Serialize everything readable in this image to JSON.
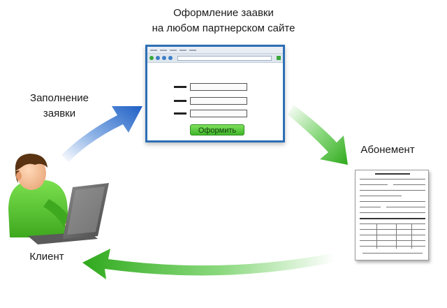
{
  "labels": {
    "title_top": "Оформление заавки\nна любом партнерском сайте",
    "fill_application": "Заполнение\nзаявки",
    "subscription": "Абонемент",
    "client": "Клиент"
  },
  "form": {
    "submit_label": "Оформить",
    "field_count": 3
  },
  "colors": {
    "arrow_blue": "#2a6fd0",
    "arrow_green": "#3fbf2a",
    "browser_frame": "#2d6fb5",
    "button_green": "#55c83a"
  },
  "icons": [
    "person-at-laptop-icon",
    "browser-window-icon",
    "document-form-icon"
  ]
}
